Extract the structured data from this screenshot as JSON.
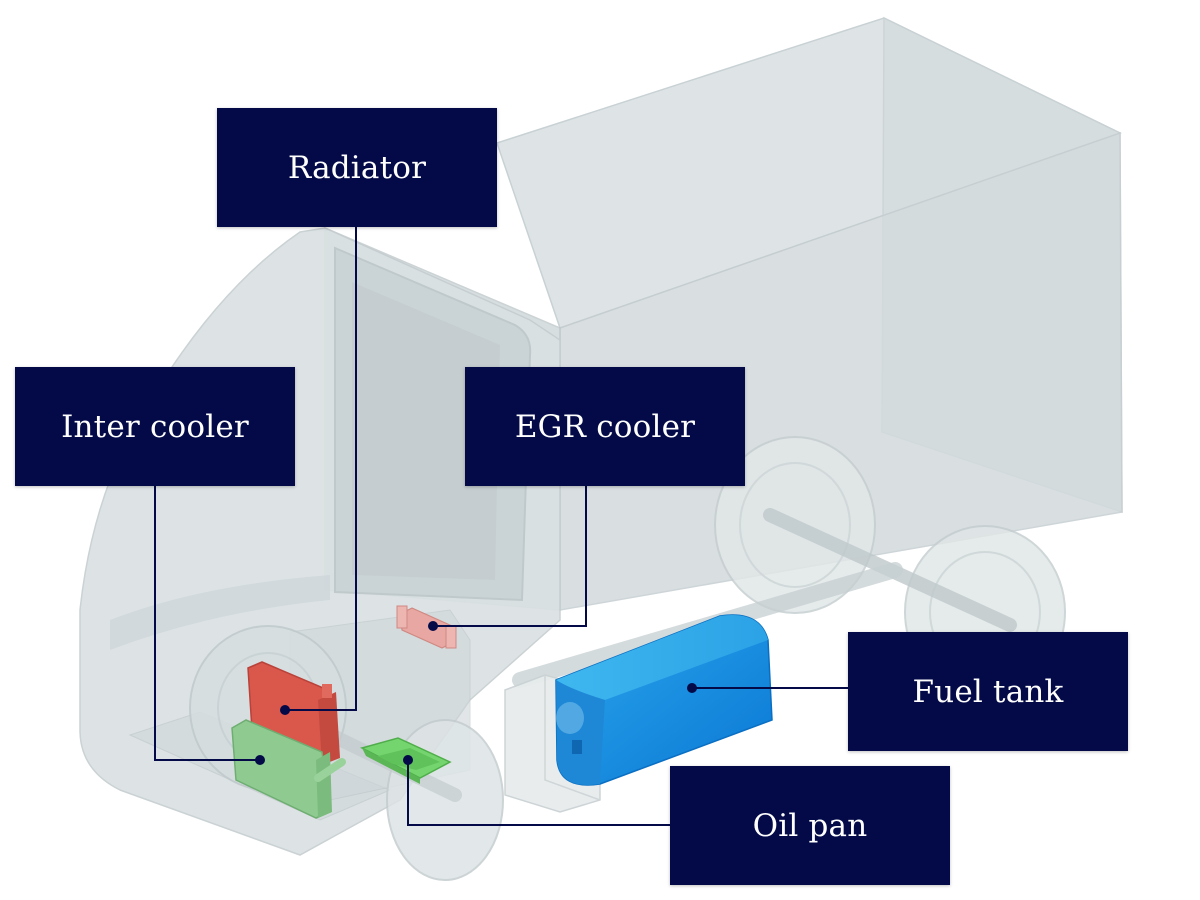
{
  "labels": {
    "radiator": "Radiator",
    "inter_cooler": "Inter cooler",
    "egr_cooler": "EGR cooler",
    "fuel_tank": "Fuel tank",
    "oil_pan": "Oil pan"
  },
  "colors": {
    "label_background": "#030a47",
    "label_text": "#ffffff",
    "leader_line": "#030a47",
    "radiator": "#d9574b",
    "inter_cooler": "#8fcb90",
    "egr_cooler": "#e8a7a2",
    "oil_pan": "#74d56e",
    "fuel_tank": "#1a8fe0",
    "truck_body": "#c9d3d6"
  }
}
